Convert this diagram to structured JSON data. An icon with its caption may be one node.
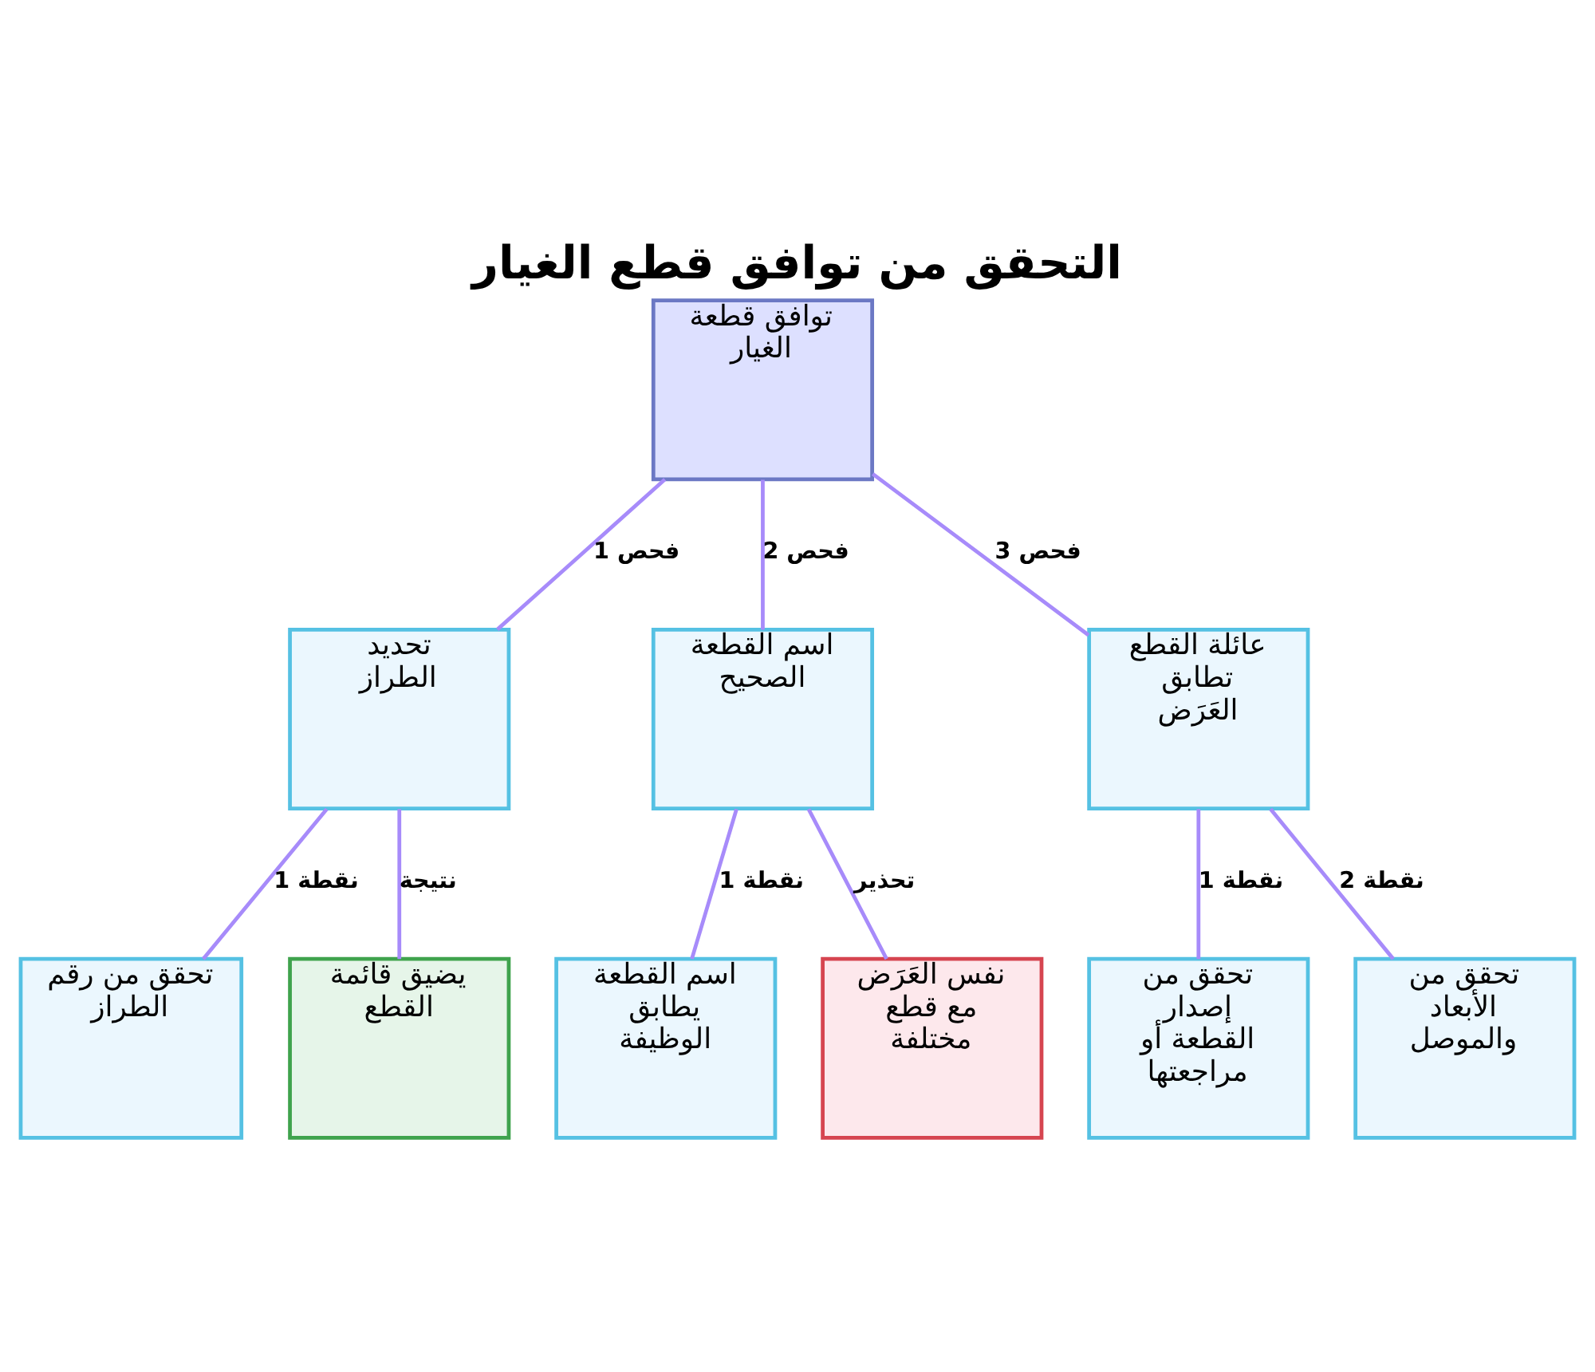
{
  "diagram": {
    "title": "التحقق من توافق قطع الغيار",
    "nodes": [
      {
        "text": [
          "توافق قطعة الغيار"
        ]
      },
      {
        "text": [
          "تحديد الطراز"
        ]
      },
      {
        "text": [
          "اسم القطعة الصحيح"
        ]
      },
      {
        "text": [
          "عائلة القطع تطابق العَرَض"
        ]
      },
      {
        "text": [
          "تحقق من رقم الطراز"
        ]
      },
      {
        "text": [
          "يضيق قائمة القطع"
        ]
      },
      {
        "text": [
          "اسم القطعة يطابق الوظيفة"
        ]
      },
      {
        "text": [
          "نفس العَرَض مع قطع مختلفة"
        ]
      },
      {
        "text": [
          "تحقق من إصدار القطعة أو مراجعتها"
        ]
      },
      {
        "text": [
          "تحقق من الأبعاد والموصل"
        ]
      }
    ],
    "edges": [
      {
        "from": 0,
        "to": 1,
        "arrow": "none",
        "label": "فحص 1"
      },
      {
        "from": 0,
        "to": 2,
        "arrow": "none",
        "label": "فحص 2"
      },
      {
        "from": 0,
        "to": 3,
        "arrow": "none",
        "label": "فحص 3"
      },
      {
        "from": 1,
        "to": 4,
        "arrow": "none",
        "label": "نقطة 1"
      },
      {
        "from": 1,
        "to": 5,
        "arrow": "none",
        "label": "نتيجة"
      },
      {
        "from": 2,
        "to": 6,
        "arrow": "none",
        "label": "نقطة 1"
      },
      {
        "from": 2,
        "to": 7,
        "arrow": "none",
        "label": "تحذير"
      },
      {
        "from": 3,
        "to": 8,
        "arrow": "none",
        "label": "نقطة 1"
      },
      {
        "from": 3,
        "to": 9,
        "arrow": "none",
        "label": "نقطة 2"
      }
    ]
  }
}
